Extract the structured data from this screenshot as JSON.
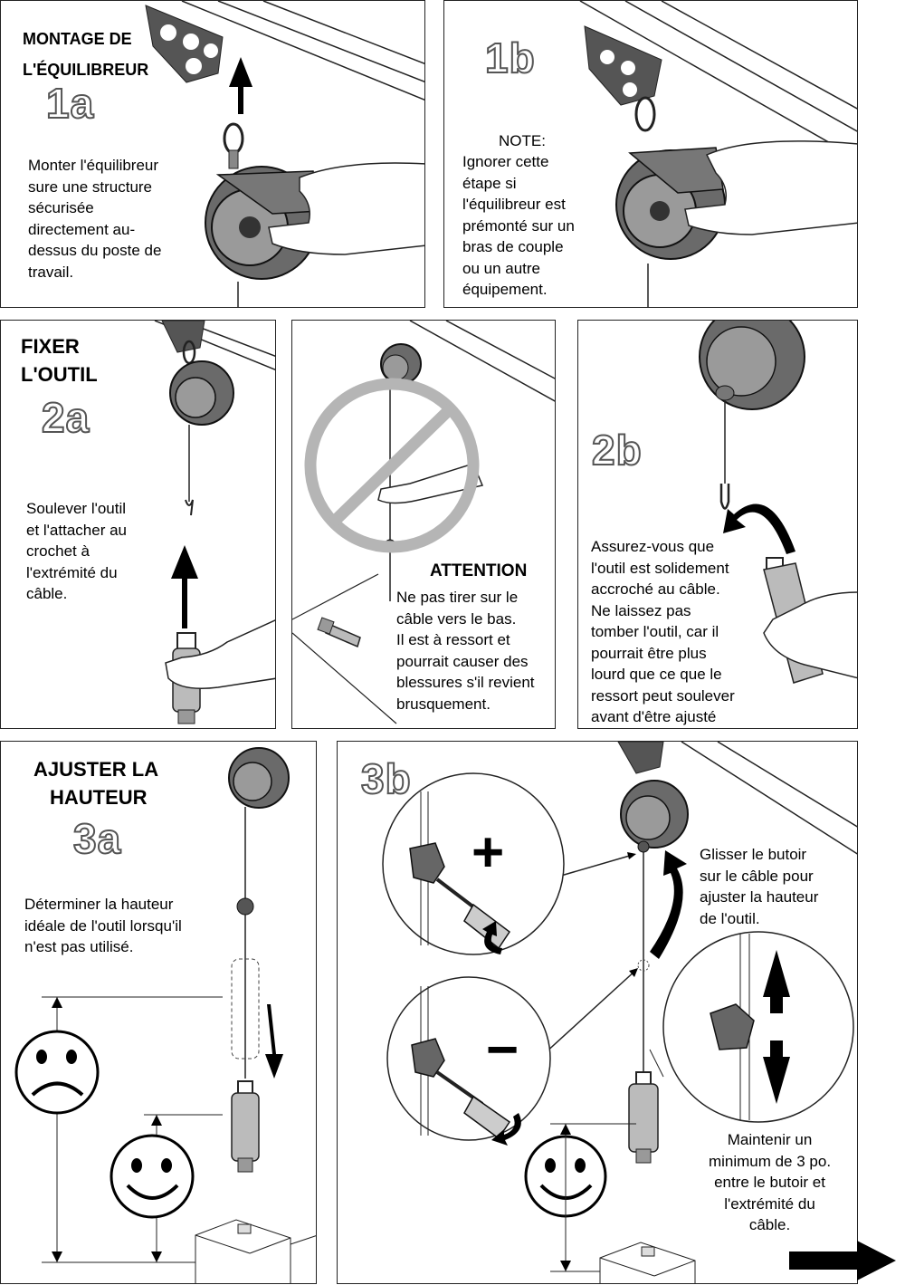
{
  "panels": {
    "p1a": {
      "heading_line1": "MONTAGE DE",
      "heading_line2": "L'ÉQUILIBREUR",
      "step": "1a",
      "lines": [
        "Monter l'équilibreur",
        "sure une structure",
        "sécurisée",
        "directement au-",
        "dessus du poste de",
        "travail."
      ]
    },
    "p1b": {
      "step": "1b",
      "note_title": "NOTE:",
      "lines": [
        "Ignorer cette",
        "étape si",
        "l'équilibreur est",
        "prémonté sur un",
        "bras de couple",
        "ou un autre",
        "équipement."
      ]
    },
    "p2a": {
      "heading_line1": "FIXER",
      "heading_line2": "L'OUTIL",
      "step": "2a",
      "lines": [
        "Soulever l'outil",
        "et l'attacher au",
        "crochet à",
        "l'extrémité du",
        "câble."
      ]
    },
    "pwarn": {
      "title": "ATTENTION",
      "lines": [
        "Ne pas tirer sur le",
        "câble vers le bas.",
        "Il est à ressort et",
        "pourrait causer des",
        "blessures s'il revient",
        "brusquement."
      ]
    },
    "p2b": {
      "step": "2b",
      "lines": [
        "Assurez-vous que",
        "l'outil est solidement",
        "accroché au câble.",
        "Ne laissez pas",
        "tomber l'outil, car il",
        "pourrait être plus",
        "lourd que ce que le",
        "ressort peut soulever",
        "avant d'être ajusté"
      ]
    },
    "p3a": {
      "heading_line1": "AJUSTER LA",
      "heading_line2": "HAUTEUR",
      "step": "3a",
      "lines": [
        "Déterminer la hauteur",
        "idéale de l'outil lorsqu'il",
        "n'est pas utilisé."
      ]
    },
    "p3b": {
      "step": "3b",
      "plus": "+",
      "minus": "−",
      "lines_top": [
        "Glisser le butoir",
        "sur le câble pour",
        "ajuster la hauteur",
        "de l'outil."
      ],
      "lines_bottom": [
        "Maintenir un",
        "minimum de 3 po.",
        "entre le butoir et",
        "l'extrémité du",
        "câble."
      ]
    }
  },
  "colors": {
    "ink": "#000000",
    "metal": "#5a5a5a",
    "prohibit": "#b5b5b5",
    "hand": "#ffffff"
  },
  "icons": [
    "balancer-icon",
    "hand-icon",
    "hook-icon",
    "tool-icon",
    "prohibited-icon",
    "sad-face-icon",
    "happy-face-icon",
    "screwdriver-icon",
    "stopper-icon",
    "next-arrow-icon"
  ]
}
